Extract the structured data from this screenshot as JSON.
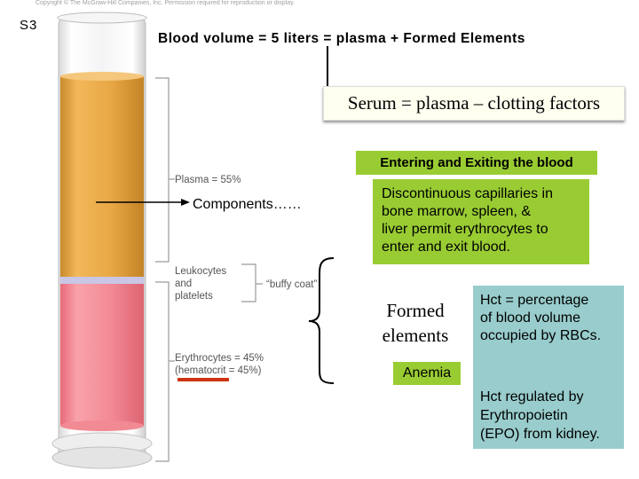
{
  "slide": {
    "number": "S3",
    "copyright": "Copyright © The McGraw-Hill Companies, Inc. Permission required for reproduction or display.",
    "title": "Blood volume = 5 liters = plasma + Formed Elements"
  },
  "serum_box": {
    "text": "Serum = plasma – clotting factors"
  },
  "entering_box": {
    "title": "Entering and Exiting the blood",
    "lines": [
      "Discontinuous capillaries in",
      "bone marrow, spleen, &",
      "liver permit erythrocytes to",
      "enter and exit blood."
    ]
  },
  "components_label": "Components……",
  "formed_elements": {
    "lines": [
      "Formed",
      "elements"
    ]
  },
  "anemia_label": "Anemia",
  "hct_box": {
    "definition_lines": [
      "Hct = percentage",
      "of blood volume",
      "occupied by RBCs."
    ],
    "regulation_lines": [
      "Hct regulated by",
      "Erythropoietin",
      "(EPO) from kidney."
    ]
  },
  "tube_labels": {
    "plasma": "Plasma = 55%",
    "leukocytes": [
      "Leukocytes",
      "and",
      "platelets"
    ],
    "buffy_coat": "“buffy coat”",
    "erythrocytes": [
      "Erythrocytes = 45%",
      "(hematocrit = 45%)"
    ]
  },
  "colors": {
    "plasma": "#e7a640",
    "erythrocytes": "#f07e88",
    "green_box": "#99cc33",
    "teal_box": "#99cccc",
    "underline": "#cc3311"
  }
}
